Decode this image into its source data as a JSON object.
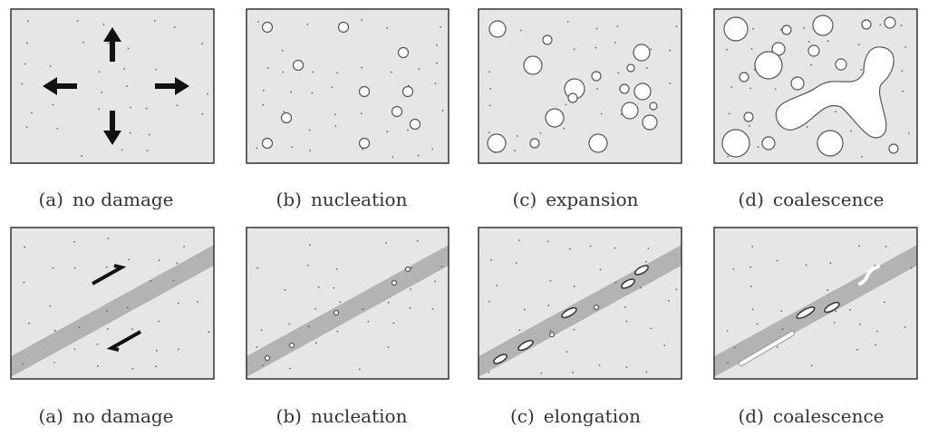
{
  "colors": {
    "panel_fill": "#e6e6e6",
    "panel_border": "#333333",
    "band": "#b3b3b3",
    "arrow": "#111111",
    "void": "#ffffff"
  },
  "rows": [
    {
      "name": "void-growth",
      "panels": [
        {
          "tag": "(a)",
          "label": "no damage"
        },
        {
          "tag": "(b)",
          "label": "nucleation"
        },
        {
          "tag": "(c)",
          "label": "expansion"
        },
        {
          "tag": "(d)",
          "label": "coalescence"
        }
      ]
    },
    {
      "name": "shear-band",
      "panels": [
        {
          "tag": "(a)",
          "label": "no damage"
        },
        {
          "tag": "(b)",
          "label": "nucleation"
        },
        {
          "tag": "(c)",
          "label": "elongation"
        },
        {
          "tag": "(d)",
          "label": "coalescence"
        }
      ]
    }
  ]
}
